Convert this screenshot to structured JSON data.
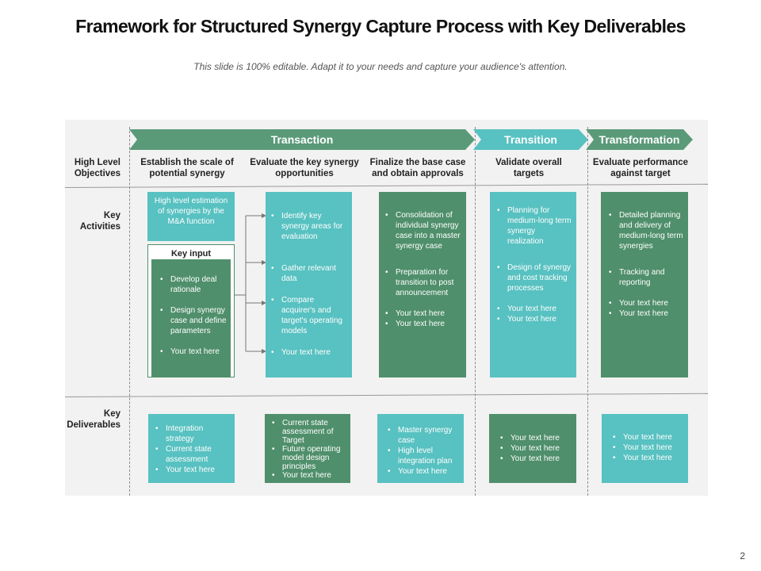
{
  "title": "Framework for Structured Synergy Capture Process with Key Deliverables",
  "subtitle": "This slide is 100% editable. Adapt it to your needs and capture your audience's attention.",
  "phases": [
    "Transaction",
    "Transition",
    "Transformation"
  ],
  "row_labels": {
    "objectives": "High Level Objectives",
    "activities": "Key Activities",
    "deliverables": "Key Deliverables"
  },
  "objectives": [
    "Establish the scale of potential synergy",
    "Evaluate the key synergy opportunities",
    "Finalize the base case and obtain approvals",
    "Validate overall targets",
    "Evaluate performance against target"
  ],
  "activities": {
    "col1_top": "High level estimation of synergies by the M&A function",
    "key_input_label": "Key input",
    "key_input_items": [
      "Develop deal rationale",
      "Design synergy case and define parameters",
      "Your text here"
    ],
    "col2": [
      "Identify key synergy areas for evaluation",
      "Gather relevant data",
      "Compare acquirer's and target's operating models",
      "Your text here"
    ],
    "col3": [
      "Consolidation of individual synergy case into a master synergy case",
      "Preparation for transition to post announcement",
      "Your text here",
      "Your text here"
    ],
    "col4": [
      "Planning for medium-long term synergy realization",
      "Design of synergy and cost tracking processes",
      "Your text here",
      "Your text here"
    ],
    "col5": [
      "Detailed planning and delivery of medium-long term synergies",
      "Tracking and reporting",
      "Your text here",
      "Your text here"
    ]
  },
  "deliverables": {
    "col1": [
      "Integration strategy",
      "Current state assessment",
      "Your text here"
    ],
    "col2": [
      "Current state assessment of Target",
      "Future operating model design principles",
      "Your text here"
    ],
    "col3": [
      "Master synergy case",
      "High level integration plan",
      "Your text here"
    ],
    "col4": [
      "Your text here",
      "Your text here",
      "Your text here"
    ],
    "col5": [
      "Your text here",
      "Your text here",
      "Your text here"
    ]
  },
  "colors": {
    "green": "#4f8f6b",
    "teal": "#58c1c1",
    "panel": "#f2f2f2"
  },
  "page_number": "2"
}
